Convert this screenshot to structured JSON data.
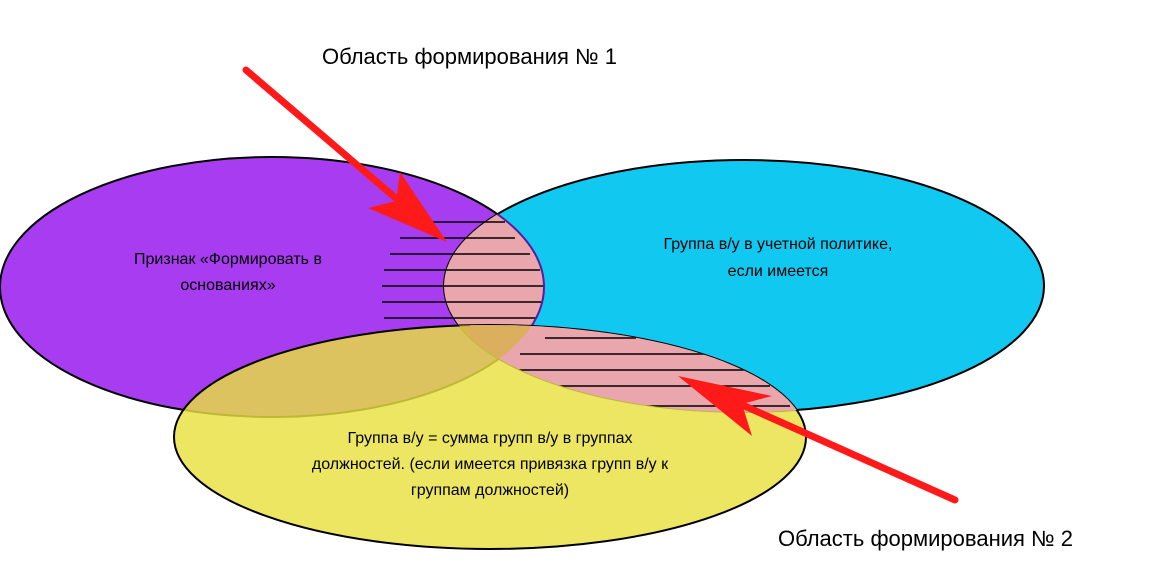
{
  "diagram": {
    "callouts": {
      "area_1": "Область формирования № 1",
      "area_2": "Область формирования № 2"
    },
    "ellipses": {
      "purple": {
        "lines": [
          "Признак «Формировать в",
          "основаниях»"
        ],
        "color": "#a83cf0"
      },
      "cyan": {
        "lines": [
          "Группа в/у в учетной политике,",
          "если имеется"
        ],
        "color": "#10c8f0"
      },
      "yellow": {
        "lines": [
          "Группа в/у = сумма групп в/у в группах",
          "должностей. (если имеется привязка групп в/у к",
          "группам должностей)"
        ],
        "color": "#e8e040"
      }
    },
    "intersection_color": "#eaa6ad",
    "arrow_color": "#ff1a1a"
  }
}
